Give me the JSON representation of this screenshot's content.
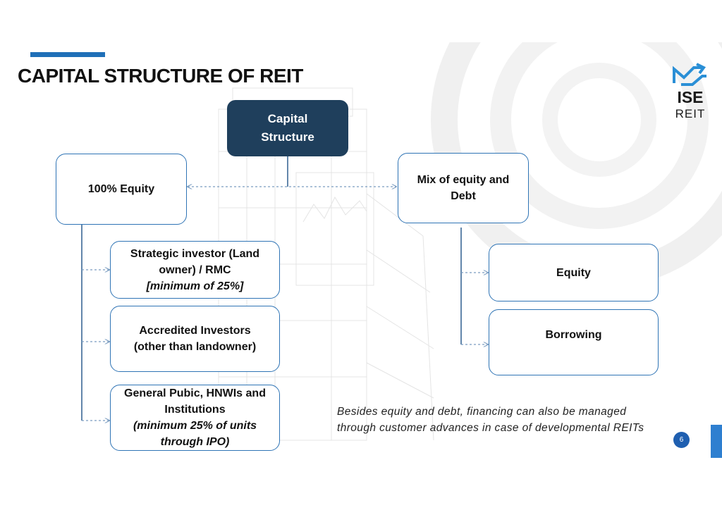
{
  "slide": {
    "title": "CAPITAL STRUCTURE OF REIT",
    "page_number": "6",
    "note": [
      "Besides equity and debt, financing can also be managed",
      "through customer advances in case of developmental REITs"
    ]
  },
  "logo": {
    "line1": "ISE",
    "line2": "REIT"
  },
  "diagram": {
    "root": [
      "Capital",
      "Structure"
    ],
    "left_branch": {
      "label": "100% Equity",
      "children": [
        {
          "lines": [
            "Strategic investor (Land",
            "owner) / RMC"
          ],
          "note": "[minimum of 25%]"
        },
        {
          "lines": [
            "Accredited Investors",
            "(other than landowner)"
          ],
          "note": ""
        },
        {
          "lines": [
            "General Pubic, HNWIs and",
            "Institutions"
          ],
          "note": [
            "(minimum 25% of units",
            "through IPO)"
          ]
        }
      ]
    },
    "right_branch": {
      "label": [
        "Mix of equity and",
        "Debt"
      ],
      "children": [
        "Equity",
        "Borrowing"
      ]
    }
  },
  "colors": {
    "accent": "#1f6fb8",
    "root_fill": "#1f3f5c",
    "box_border": "#2f74b5",
    "page_badge": "#1f5fb0",
    "side_bar": "#2e7fd0"
  }
}
